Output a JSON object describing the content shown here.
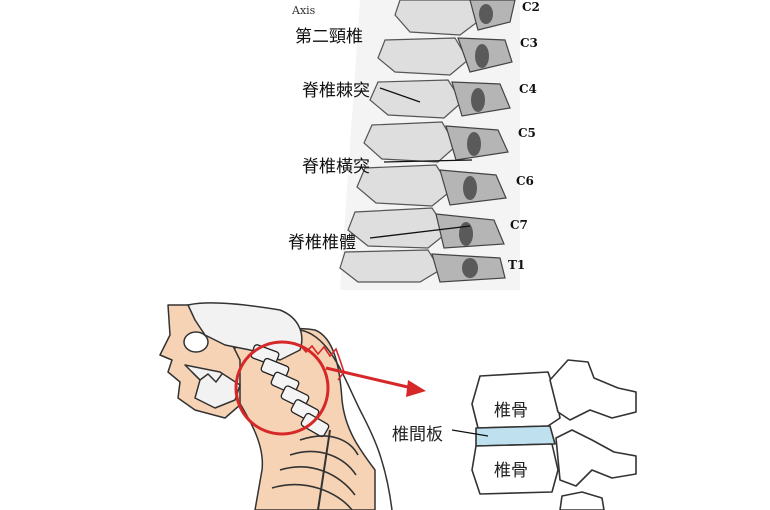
{
  "spine_labels": {
    "axis": "Axis",
    "axis_cn": "第二頸椎",
    "spinous": "脊椎棘突",
    "transverse": "脊椎橫突",
    "body": "脊椎椎體"
  },
  "vertebrae": [
    "C2",
    "C3",
    "C4",
    "C5",
    "C6",
    "C7",
    "T1"
  ],
  "detail_labels": {
    "disc": "椎間板",
    "bone_upper": "椎骨",
    "bone_lower": "椎骨"
  },
  "colors": {
    "bone_fill": "#e4e4e4",
    "bone_dark": "#8a8a8a",
    "skin": "#f6d3b5",
    "highlight_circle": "#d62828",
    "arrow": "#d62828",
    "disc": "#bfe0ef",
    "outline": "#333333"
  }
}
